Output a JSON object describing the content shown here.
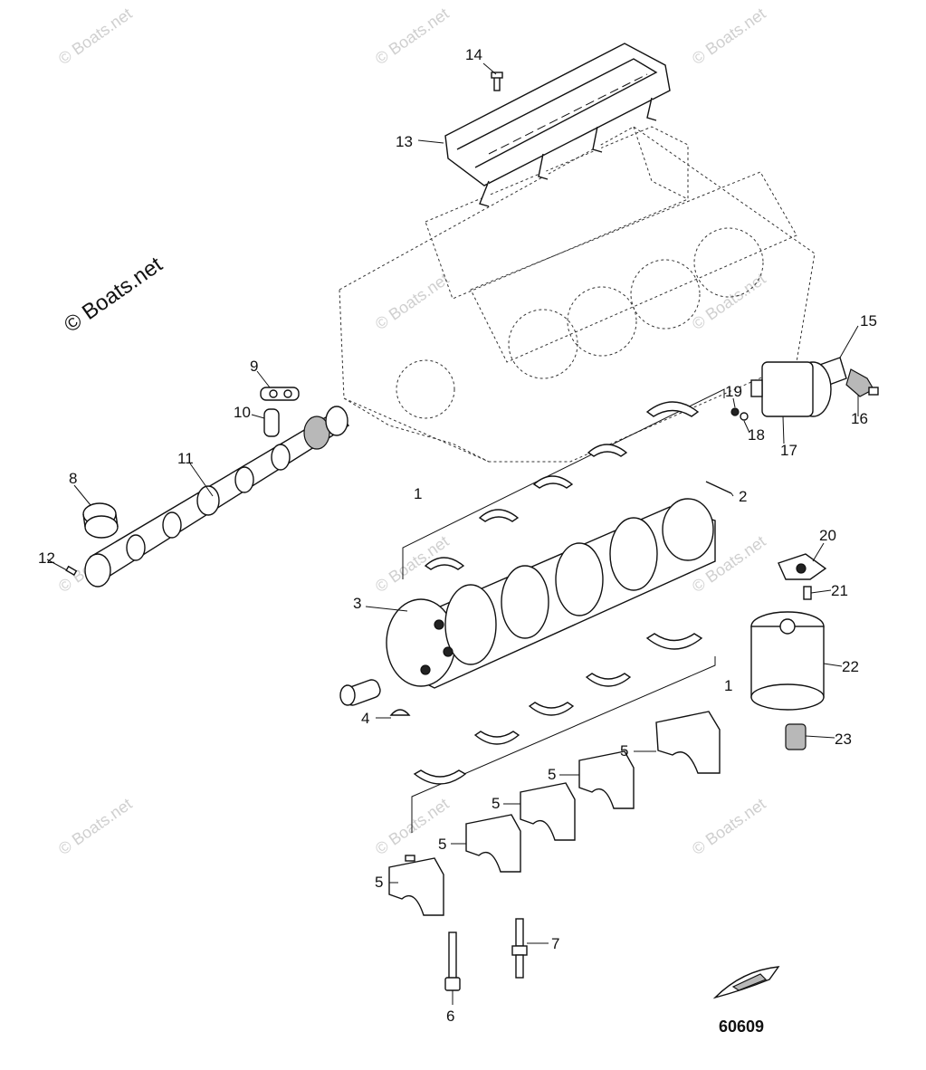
{
  "watermark": {
    "main": "© Boats.net",
    "repeat": "© Boats.net"
  },
  "figure_number": "60609",
  "callouts": [
    {
      "id": "c14",
      "label": "14"
    },
    {
      "id": "c13",
      "label": "13"
    },
    {
      "id": "c15",
      "label": "15"
    },
    {
      "id": "c16",
      "label": "16"
    },
    {
      "id": "c9",
      "label": "9"
    },
    {
      "id": "c10",
      "label": "10"
    },
    {
      "id": "c19",
      "label": "19"
    },
    {
      "id": "c18",
      "label": "18"
    },
    {
      "id": "c17",
      "label": "17"
    },
    {
      "id": "c11",
      "label": "11"
    },
    {
      "id": "c8",
      "label": "8"
    },
    {
      "id": "c1a",
      "label": "1"
    },
    {
      "id": "c2",
      "label": "2"
    },
    {
      "id": "c12",
      "label": "12"
    },
    {
      "id": "c20",
      "label": "20"
    },
    {
      "id": "c21",
      "label": "21"
    },
    {
      "id": "c3",
      "label": "3"
    },
    {
      "id": "c22",
      "label": "22"
    },
    {
      "id": "c1b",
      "label": "1"
    },
    {
      "id": "c4",
      "label": "4"
    },
    {
      "id": "c23",
      "label": "23"
    },
    {
      "id": "c5a",
      "label": "5"
    },
    {
      "id": "c5b",
      "label": "5"
    },
    {
      "id": "c5c",
      "label": "5"
    },
    {
      "id": "c5d",
      "label": "5"
    },
    {
      "id": "c5e",
      "label": "5"
    },
    {
      "id": "c7",
      "label": "7"
    },
    {
      "id": "c6",
      "label": "6"
    }
  ],
  "colors": {
    "line": "#111111",
    "watermark": "#cfcfcf",
    "background": "#ffffff"
  }
}
